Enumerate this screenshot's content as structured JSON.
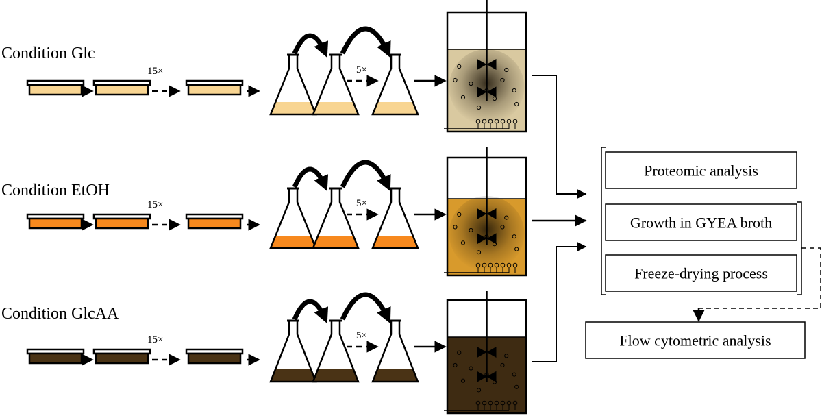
{
  "rows": [
    {
      "label": "Condition Glc",
      "plate_repeat": "15×",
      "flask_repeat": "5×",
      "medium_color": "#f8d592",
      "broth_color": "#d9c9a0"
    },
    {
      "label": "Condition EtOH",
      "plate_repeat": "15×",
      "flask_repeat": "5×",
      "medium_color": "#f7891e",
      "broth_color": "#d89a2c"
    },
    {
      "label": "Condition GlcAA",
      "plate_repeat": "15×",
      "flask_repeat": "5×",
      "medium_color": "#4a3315",
      "broth_color": "#3e2b12"
    }
  ],
  "analysis_boxes": {
    "proteomic": "Proteomic analysis",
    "growth": "Growth in GYEA broth",
    "freeze": "Freeze-drying process",
    "flow": "Flow cytometric analysis"
  },
  "colors": {
    "stroke": "#000000",
    "shade": "#1a1206"
  }
}
